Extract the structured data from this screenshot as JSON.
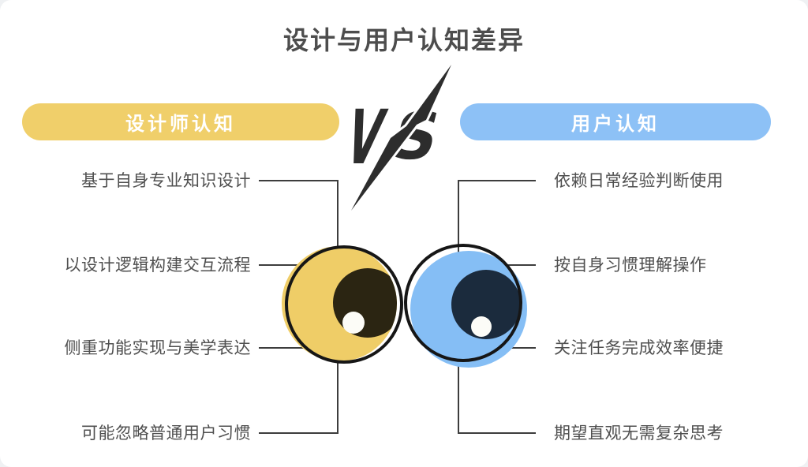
{
  "title": "设计与用户认知差异",
  "vs": {
    "v": "V",
    "s": "S"
  },
  "designer": {
    "header": "设计师认知",
    "items": [
      "基于自身专业知识设计",
      "以设计逻辑构建交互流程",
      "侧重功能实现与美学表达",
      "可能忽略普通用户习惯"
    ]
  },
  "user": {
    "header": "用户认知",
    "items": [
      "依赖日常经验判断使用",
      "按自身习惯理解操作",
      "关注任务完成效率便捷",
      "期望直观无需复杂思考"
    ]
  },
  "colors": {
    "designer_pill": "#F0CF6A",
    "user_pill": "#8DC1F6",
    "designer_eye": "#EFCD67",
    "user_eye": "#85BEF5",
    "designer_pupil": "#2B2512",
    "user_pupil": "#1B2B3D",
    "eye_outline": "#161616",
    "highlight": "#FCFCF7",
    "vs_ink": "#2D2D2D",
    "connector_line": "#3D3D3D",
    "title_text": "#4D4D4D",
    "item_text": "#4F4F4F",
    "pill_text": "#FFFFFF"
  }
}
